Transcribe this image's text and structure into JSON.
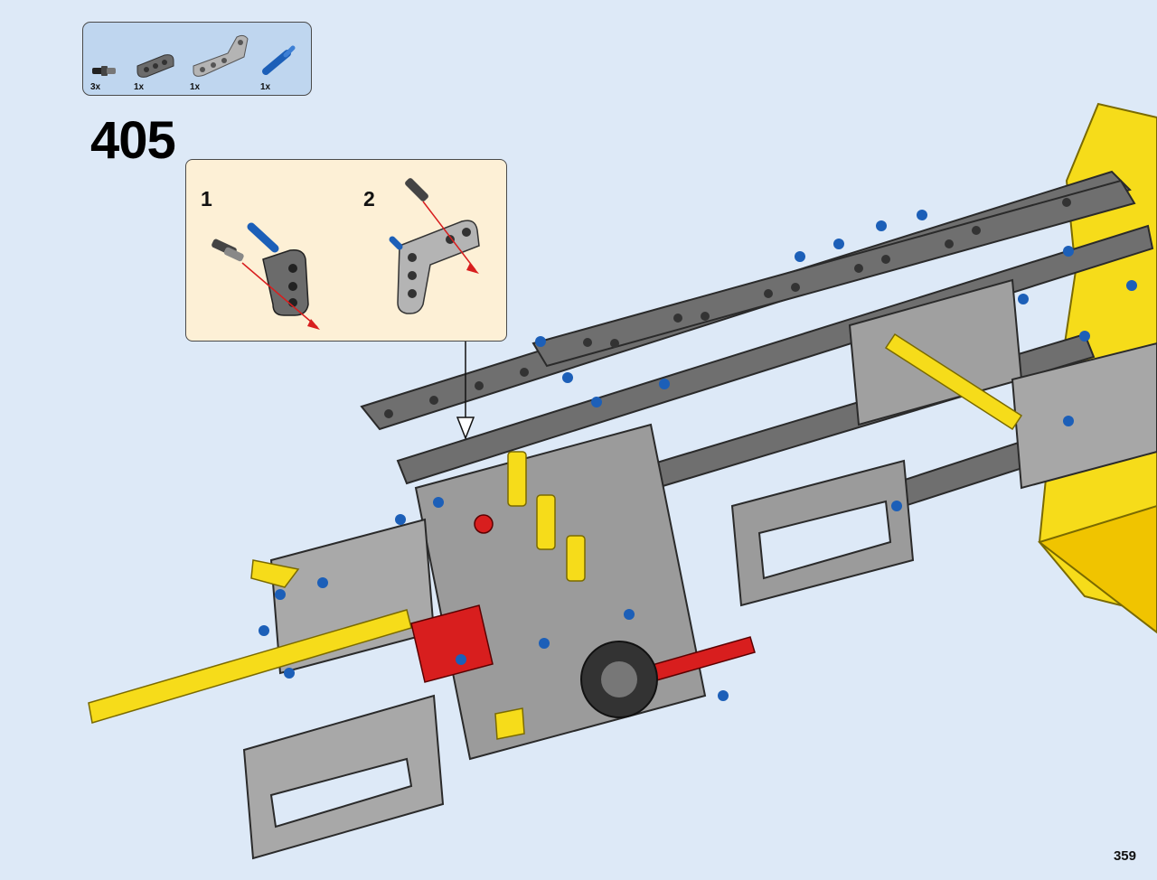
{
  "parts_list": {
    "items": [
      {
        "qty": "3x",
        "icon": "friction-pin-with-axle-icon"
      },
      {
        "qty": "1x",
        "icon": "beam-3-dark-grey-icon"
      },
      {
        "qty": "1x",
        "icon": "angled-beam-light-grey-icon"
      },
      {
        "qty": "1x",
        "icon": "blue-axle-pin-icon"
      }
    ]
  },
  "step": {
    "number": "405"
  },
  "callout": {
    "substeps": [
      {
        "number": "1"
      },
      {
        "number": "2"
      }
    ]
  },
  "page": {
    "number": "359"
  },
  "colors": {
    "background": "#dde9f7",
    "parts_box": "#bfd6ef",
    "callout": "#fdf0d6",
    "beam_dark": "#6b6b6b",
    "beam_light": "#b4b4b4",
    "technic_yellow": "#f6dc1a",
    "technic_red": "#d81e1e",
    "technic_blue": "#1c5fb8"
  }
}
